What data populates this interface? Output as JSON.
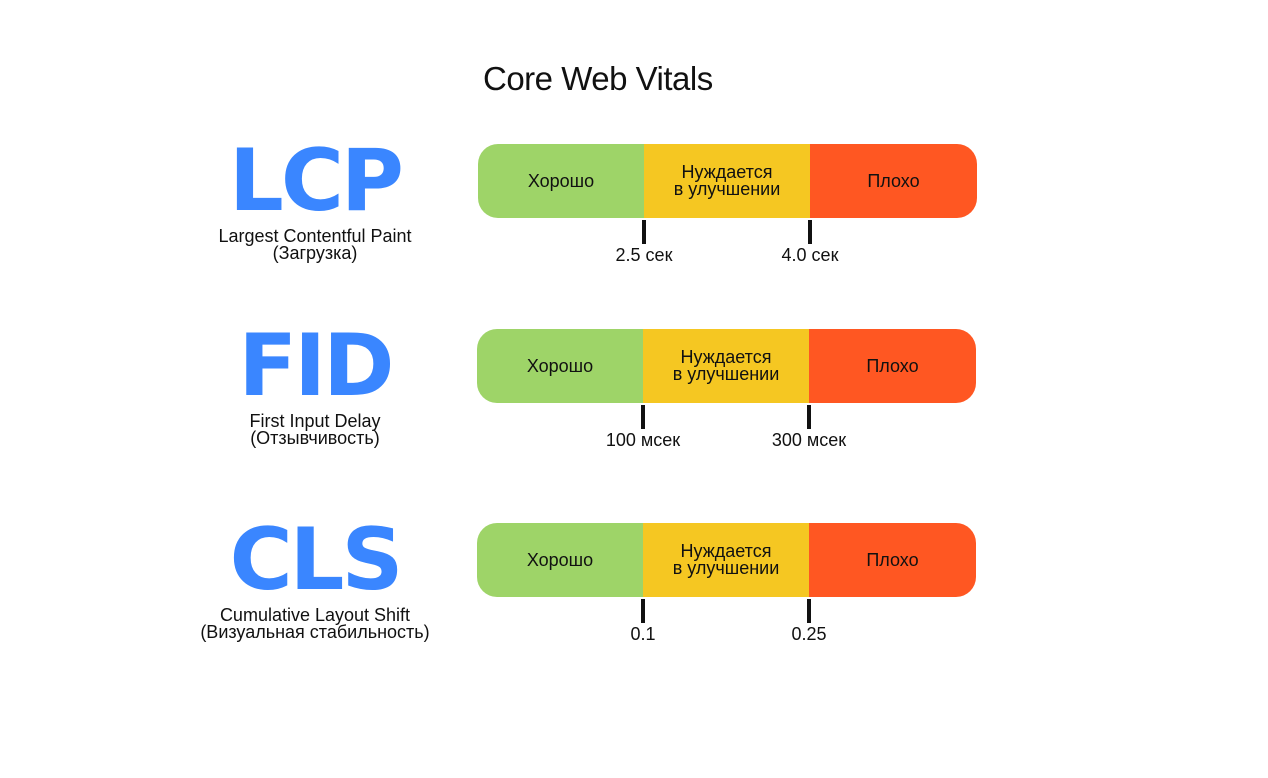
{
  "title": "Core Web Vitals",
  "colors": {
    "metric_blue": "#3A86FF",
    "good": "#9ED468",
    "needs_improvement": "#F5C722",
    "poor": "#FF5722"
  },
  "segment_labels": {
    "good": "Хорошо",
    "needs_improvement_line1": "Нуждается",
    "needs_improvement_line2": "в улучшении",
    "poor": "Плохо"
  },
  "metrics": [
    {
      "abbr": "LCP",
      "name": "Largest Contentful Paint",
      "subtitle": "(Загрузка)",
      "thresholds": [
        "2.5 сек",
        "4.0 сек"
      ]
    },
    {
      "abbr": "FID",
      "name": "First Input Delay",
      "subtitle": "(Отзывчивость)",
      "thresholds": [
        "100 мсек",
        "300 мсек"
      ]
    },
    {
      "abbr": "CLS",
      "name": "Cumulative Layout Shift",
      "subtitle": "(Визуальная стабильность)",
      "thresholds": [
        "0.1",
        "0.25"
      ]
    }
  ]
}
